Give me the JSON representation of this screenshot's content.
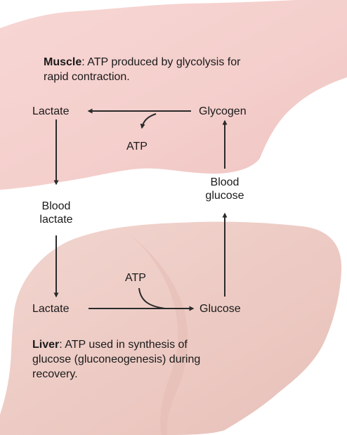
{
  "muscle_caption": {
    "title": "Muscle",
    "text": ": ATP produced by glycolysis for rapid contraction."
  },
  "liver_caption": {
    "title": "Liver",
    "text": ": ATP used in synthesis of glucose (gluconeogenesis) during recovery."
  },
  "nodes": {
    "muscle_lactate": "Lactate",
    "glycogen": "Glycogen",
    "muscle_atp": "ATP",
    "blood_lactate_1": "Blood",
    "blood_lactate_2": "lactate",
    "blood_glucose_1": "Blood",
    "blood_glucose_2": "glucose",
    "liver_atp": "ATP",
    "liver_lactate": "Lactate",
    "liver_glucose": "Glucose"
  },
  "colors": {
    "muscle": "#f6d1cf",
    "liver": "#efcfc9",
    "arrow": "#2a2a2a",
    "text": "#1a1a1a"
  }
}
